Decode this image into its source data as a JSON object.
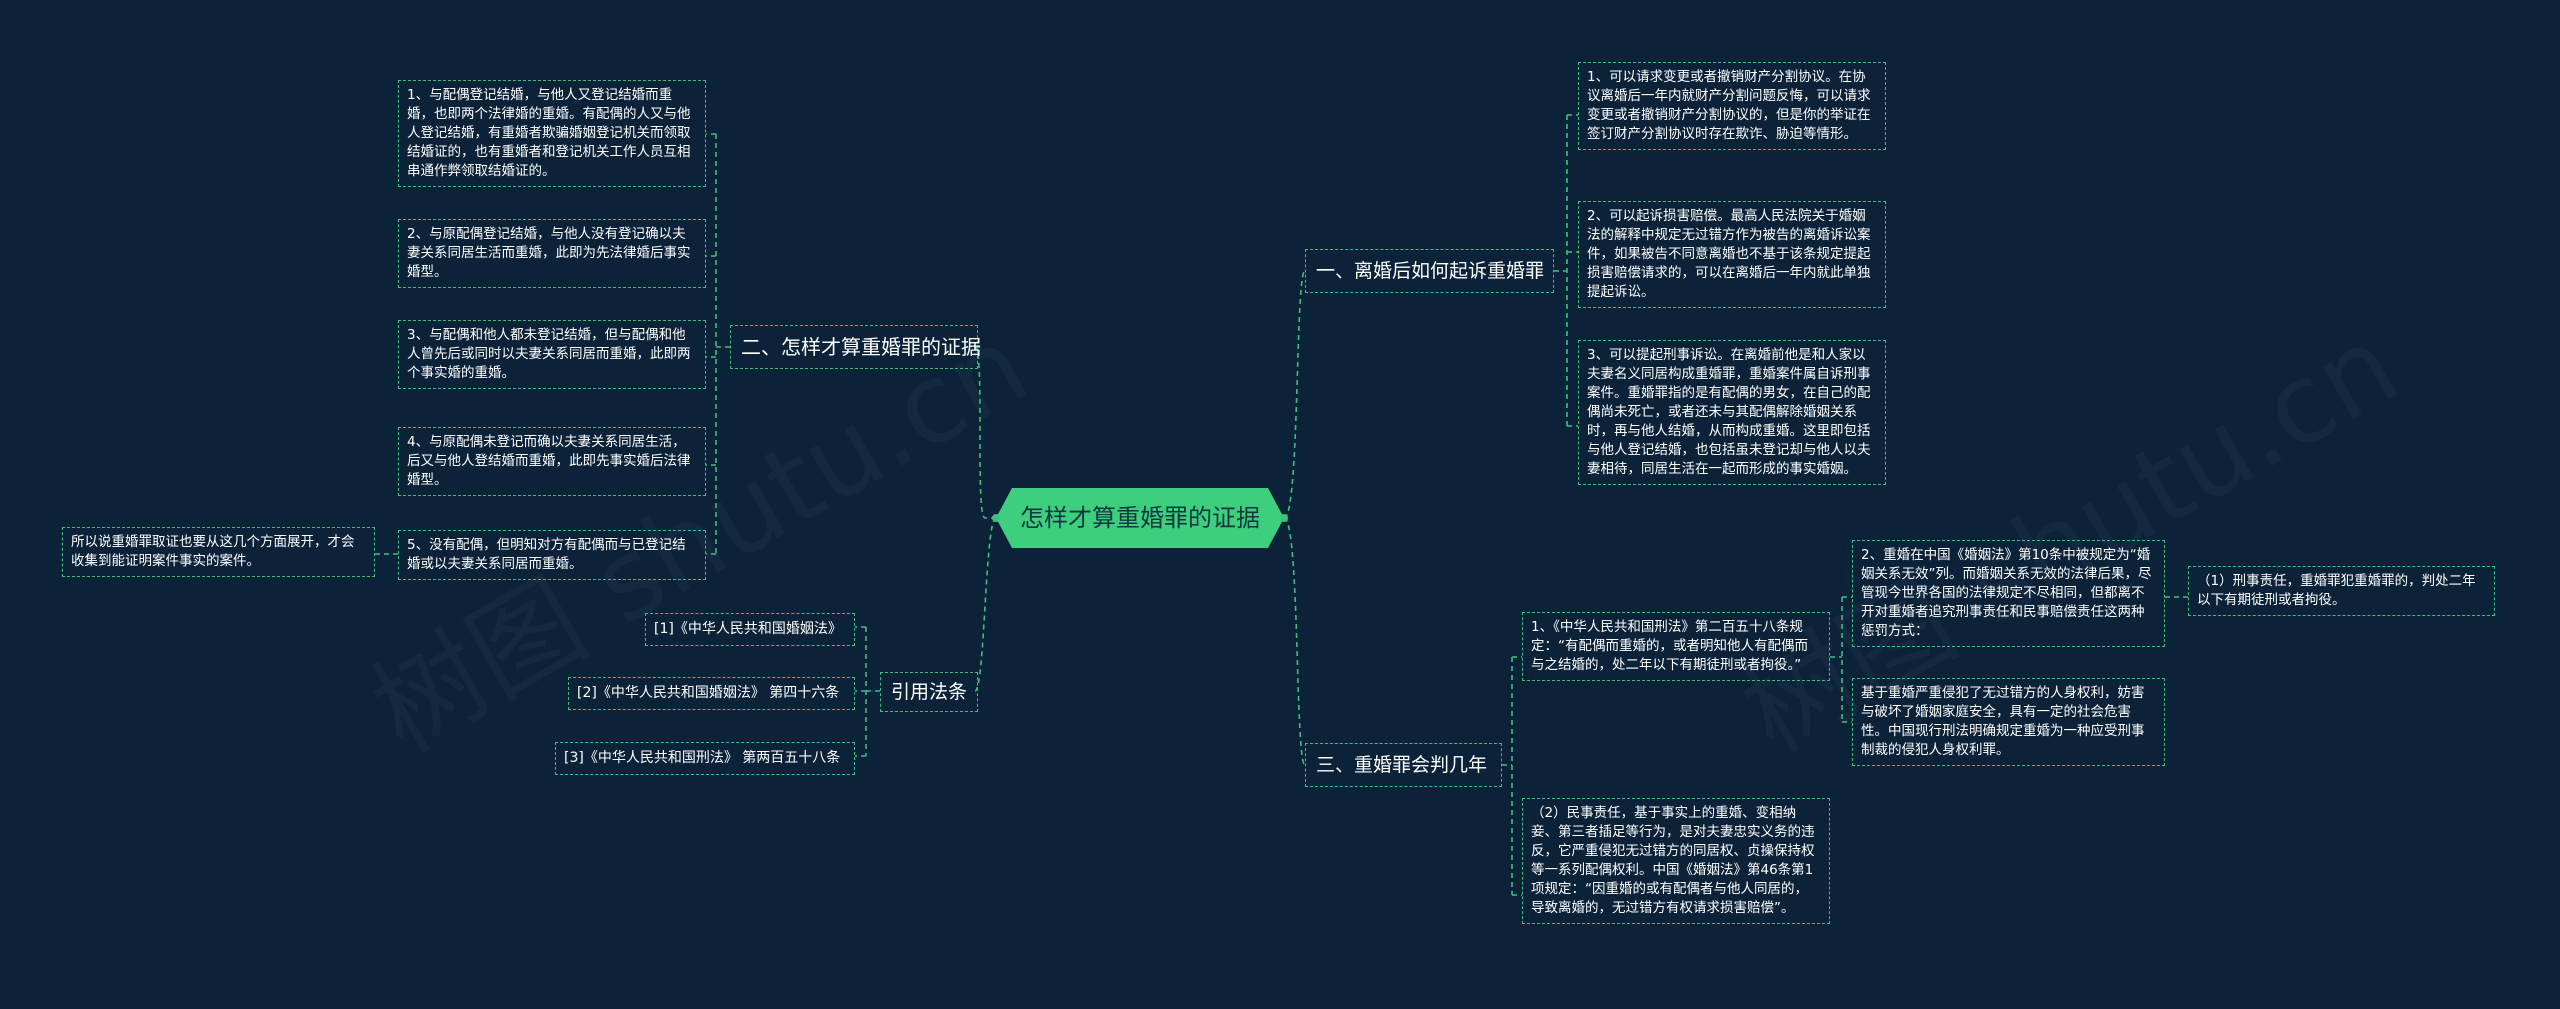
{
  "watermark": "树图 shutu.cn",
  "root": {
    "label": "怎样才算重婚罪的证据"
  },
  "left": {
    "evidence": {
      "label": "二、怎样才算重婚罪的证据",
      "items": [
        "1、与配偶登记结婚，与他人又登记结婚而重婚，也即两个法律婚的重婚。有配偶的人又与他人登记结婚，有重婚者欺骗婚姻登记机关而领取结婚证的，也有重婚者和登记机关工作人员互相串通作弊领取结婚证的。",
        "2、与原配偶登记结婚，与他人没有登记确以夫妻关系同居生活而重婚，此即为先法律婚后事实婚型。",
        "3、与配偶和他人都未登记结婚，但与配偶和他人曾先后或同时以夫妻关系同居而重婚，此即两个事实婚的重婚。",
        "4、与原配偶未登记而确以夫妻关系同居生活，后又与他人登结婚而重婚，此即先事实婚后法律婚型。",
        "5、没有配偶，但明知对方有配偶而与已登记结婚或以夫妻关系同居而重婚。"
      ],
      "conclusion": "所以说重婚罪取证也要从这几个方面展开，才会收集到能证明案件事实的案件。"
    },
    "laws": {
      "label": "引用法条",
      "items": [
        "[1]《中华人民共和国婚姻法》",
        "[2]《中华人民共和国婚姻法》 第四十六条",
        "[3]《中华人民共和国刑法》 第两百五十八条"
      ]
    }
  },
  "right": {
    "sue": {
      "label": "一、离婚后如何起诉重婚罪",
      "items": [
        "1、可以请求变更或者撤销财产分割协议。在协议离婚后一年内就财产分割问题反悔，可以请求变更或者撤销财产分割协议的，但是你的举证在签订财产分割协议时存在欺诈、胁迫等情形。",
        "2、可以起诉损害赔偿。最高人民法院关于婚姻法的解释中规定无过错方作为被告的离婚诉讼案件，如果被告不同意离婚也不基于该条规定提起损害赔偿请求的，可以在离婚后一年内就此单独提起诉讼。",
        "3、可以提起刑事诉讼。在离婚前他是和人家以夫妻名义同居构成重婚罪，重婚案件属自诉刑事案件。重婚罪指的是有配偶的男女，在自己的配偶尚未死亡，或者还未与其配偶解除婚姻关系时，再与他人结婚，从而构成重婚。这里即包括与他人登记结婚，也包括虽未登记却与他人以夫妻相待，同居生活在一起而形成的事实婚姻。"
      ]
    },
    "sentence": {
      "label": "三、重婚罪会判几年",
      "item1": "1、《中华人民共和国刑法》第二百五十八条规定：“有配偶而重婚的，或者明知他人有配偶而与之结婚的，处二年以下有期徒刑或者拘役。”",
      "item2": "2、重婚在中国《婚姻法》第10条中被规定为“婚姻关系无效”列。而婚姻关系无效的法律后果，尽管现今世界各国的法律规定不尽相同，但都离不开对重婚者追究刑事责任和民事赔偿责任这两种惩罚方式：",
      "item2_child": "（1）刑事责任，重婚罪犯重婚罪的，判处二年以下有期徒刑或者拘役。",
      "item3": "基于重婚严重侵犯了无过错方的人身权利，妨害与破坏了婚姻家庭安全，具有一定的社会危害性。中国现行刑法明确规定重婚为一种应受刑事制裁的侵犯人身权利罪。",
      "item4": "（2）民事责任，基于事实上的重婚、变相纳妾、第三者插足等行为，是对夫妻忠实义务的违反，它严重侵犯无过错方的同居权、贞操保持权等一系列配偶权利。中国《婚姻法》第46条第1项规定：“因重婚的或有配偶者与他人同居的，导致离婚的，无过错方有权请求损害赔偿”。"
    }
  },
  "colors": {
    "background": "#0b2239",
    "accent": "#3fbf7f",
    "root_fill": "#3ecf7e"
  }
}
